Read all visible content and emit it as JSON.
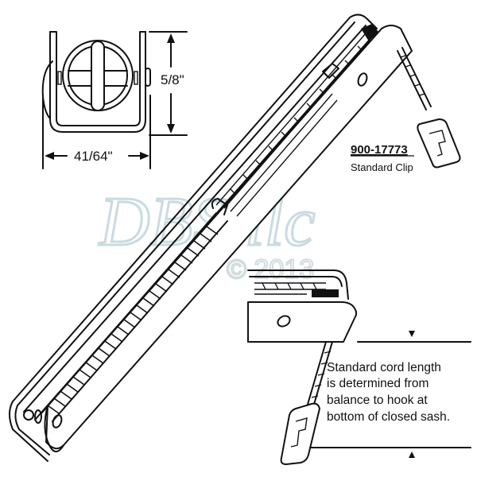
{
  "diagram": {
    "subject": "Window sash balance with cord and clip",
    "dimensions": {
      "height_label": "5/8\"",
      "width_label": "41/64\""
    },
    "callout": {
      "part_number": "900-17773",
      "part_description": "Standard Clip"
    },
    "note": {
      "lines": [
        "Standard cord length",
        "is determined from",
        "balance to hook at",
        "bottom of closed sash."
      ]
    },
    "watermark": {
      "text": "DBS llc",
      "copyright": "© 2013",
      "color": "#b9cfd6"
    },
    "colors": {
      "line": "#111111",
      "background": "#ffffff"
    }
  }
}
